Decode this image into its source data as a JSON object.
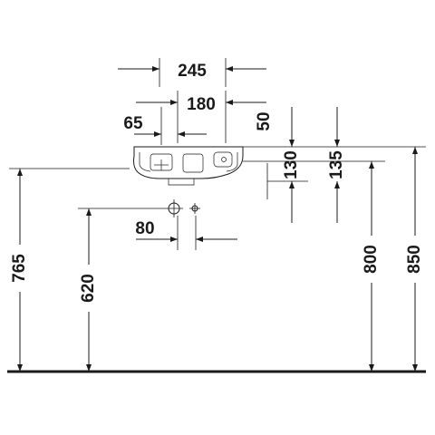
{
  "dimensions": {
    "width_overall": "245",
    "width_inner": "180",
    "tap_offset": "65",
    "rim_to_top": "50",
    "basin_depth_a": "130",
    "basin_depth_b": "135",
    "drain_spacing": "80",
    "height_765": "765",
    "height_620": "620",
    "height_800": "800",
    "height_850": "850"
  }
}
